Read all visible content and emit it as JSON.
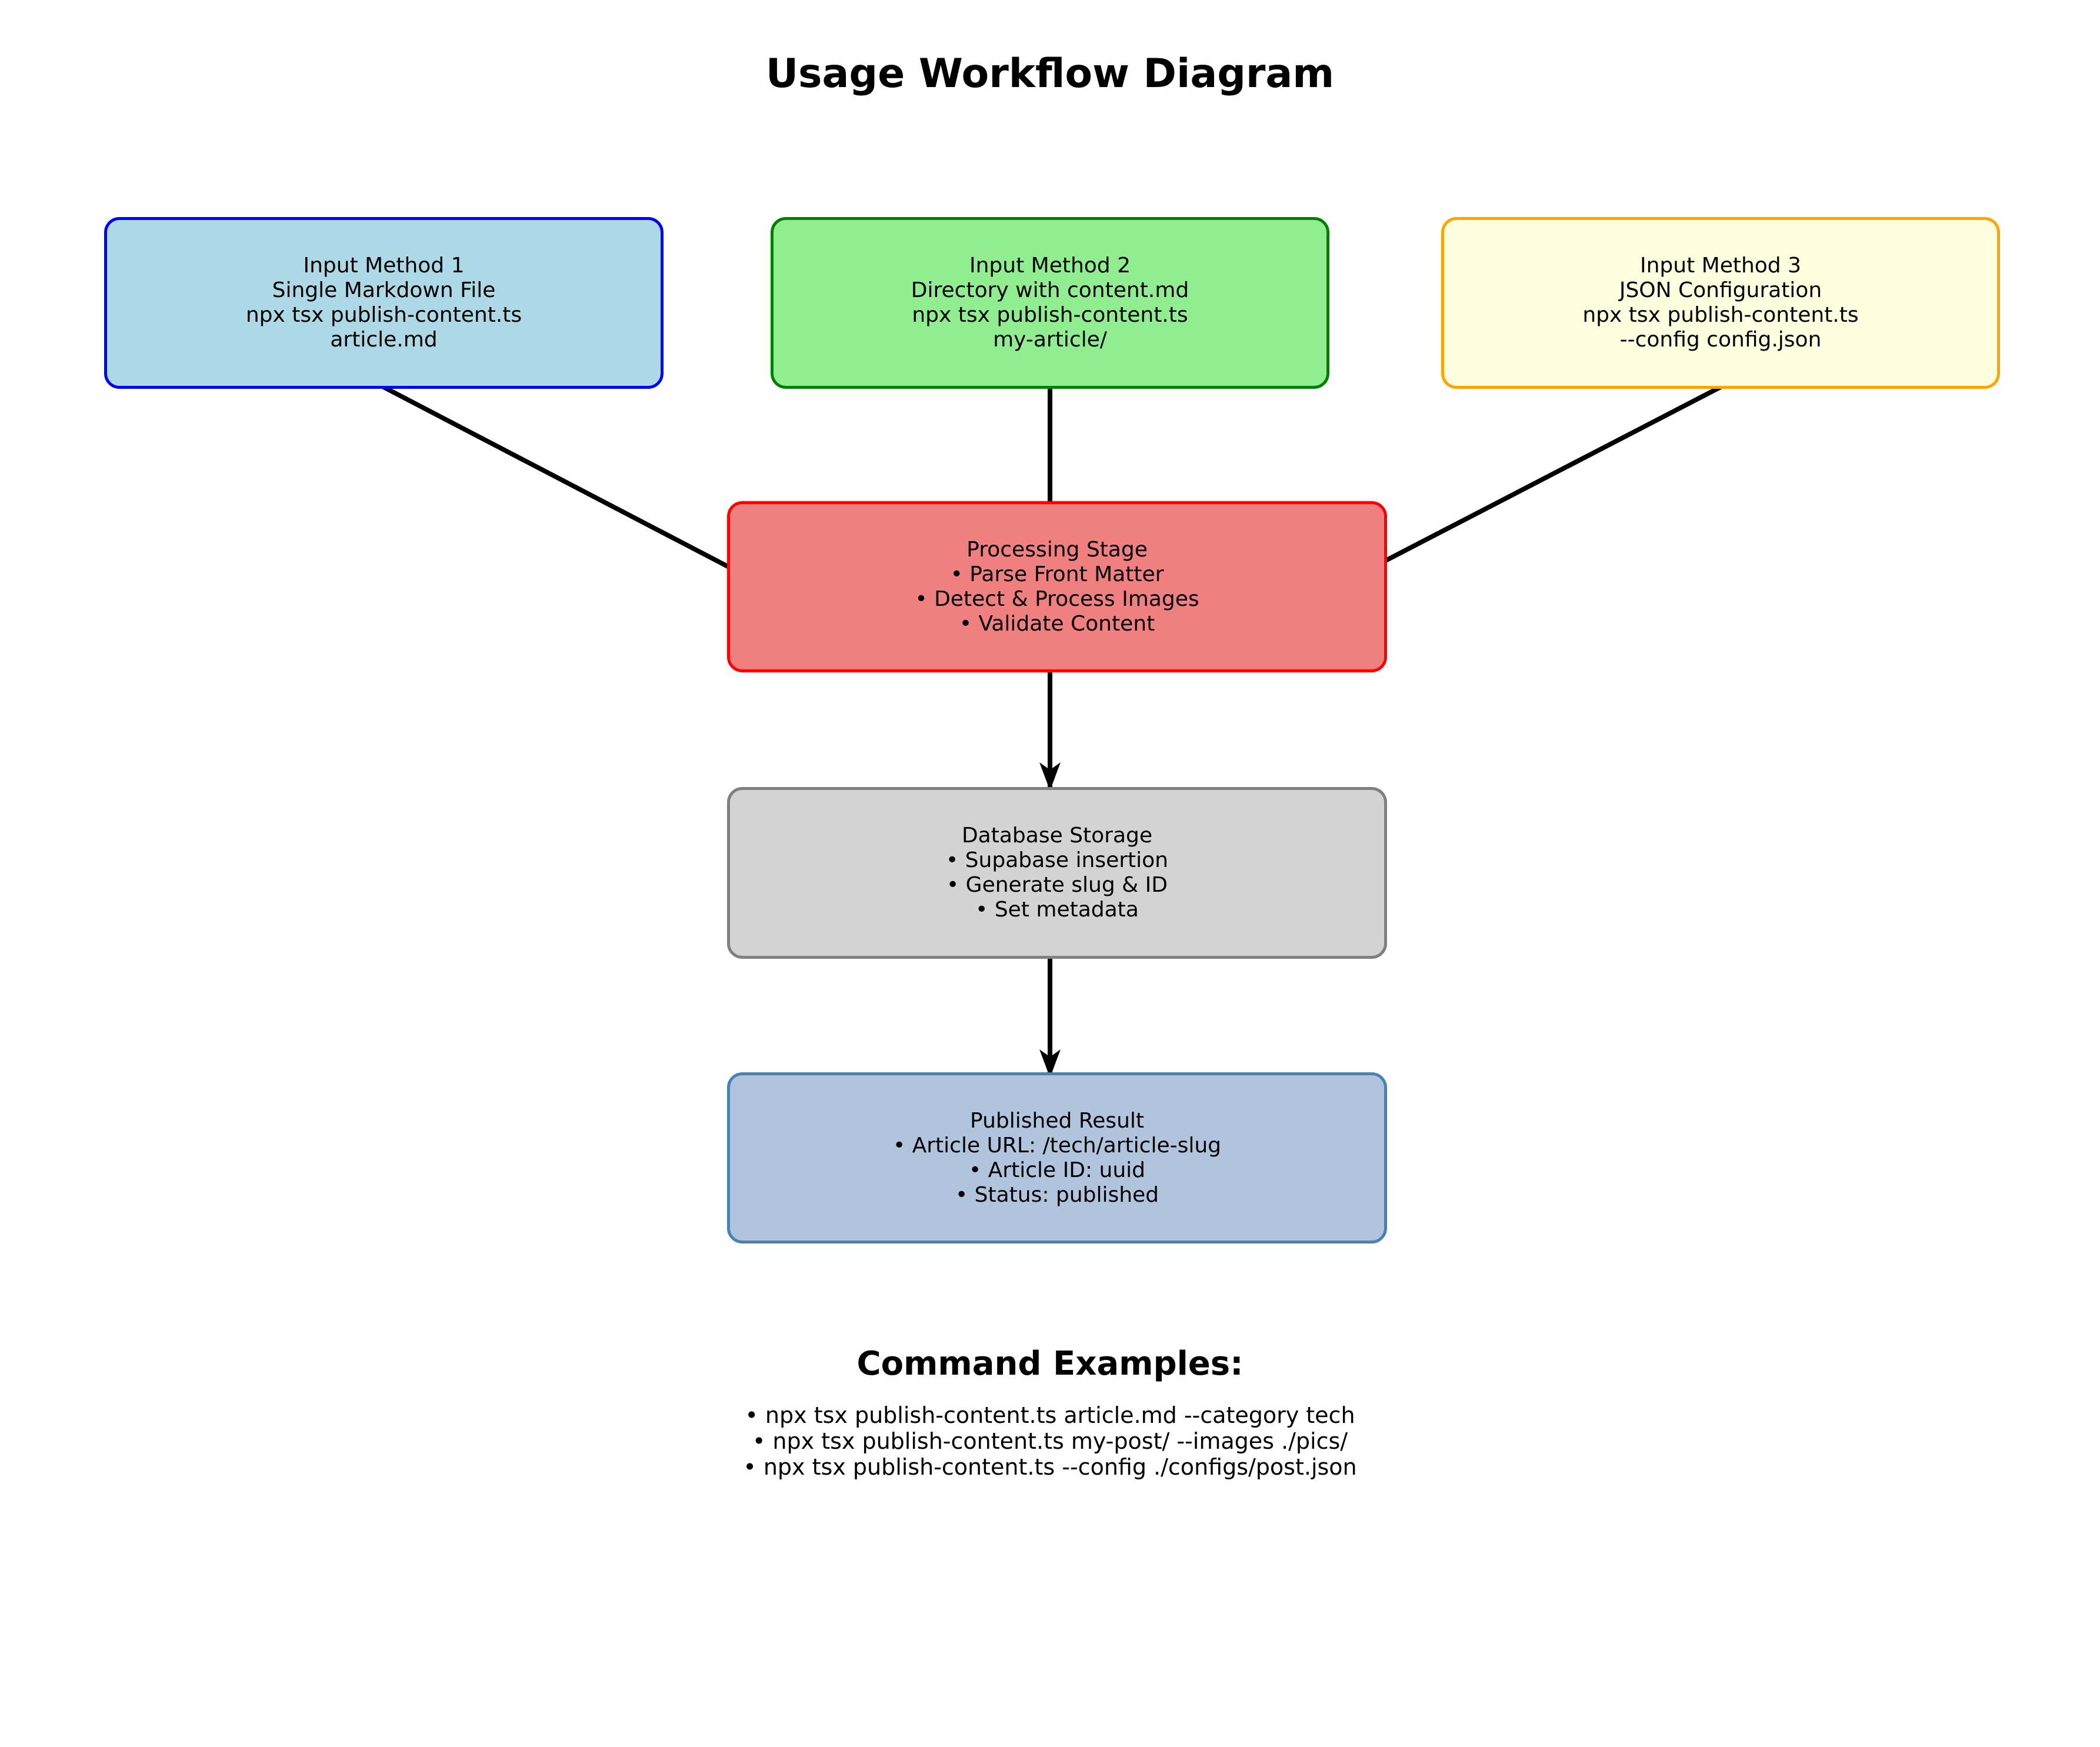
{
  "title": "Usage Workflow Diagram",
  "boxes": {
    "input1": {
      "lines": [
        "Input Method 1",
        "Single Markdown File",
        "npx tsx publish-content.ts",
        "article.md"
      ],
      "fill": "#ADD8E6",
      "border": "#0000FF"
    },
    "input2": {
      "lines": [
        "Input Method 2",
        "Directory with content.md",
        "npx tsx publish-content.ts",
        "my-article/"
      ],
      "fill": "#90EE90",
      "border": "#008000"
    },
    "input3": {
      "lines": [
        "Input Method 3",
        "JSON Configuration",
        "npx tsx publish-content.ts",
        "--config config.json"
      ],
      "fill": "#FFFFE0",
      "border": "#FFA500"
    },
    "processing": {
      "lines": [
        "Processing Stage",
        "• Parse Front Matter",
        "• Detect & Process Images",
        "• Validate Content"
      ],
      "fill": "#F08080",
      "border": "#FF0000"
    },
    "database": {
      "lines": [
        "Database Storage",
        "• Supabase insertion",
        "• Generate slug & ID",
        "• Set metadata"
      ],
      "fill": "#D3D3D3",
      "border": "#808080"
    },
    "published": {
      "lines": [
        "Published Result",
        "• Article URL: /tech/article-slug",
        "• Article ID: uuid",
        "• Status: published"
      ],
      "fill": "#B0C4DE",
      "border": "#4682B4"
    }
  },
  "arrows": {
    "color": "#000000",
    "connections": [
      "input1 -> processing",
      "input2 -> processing",
      "input3 -> processing",
      "processing -> database",
      "database -> published"
    ]
  },
  "commands": {
    "heading": "Command Examples:",
    "items": [
      "• npx tsx publish-content.ts article.md --category tech",
      "• npx tsx publish-content.ts my-post/ --images ./pics/",
      "• npx tsx publish-content.ts --config ./configs/post.json"
    ]
  }
}
